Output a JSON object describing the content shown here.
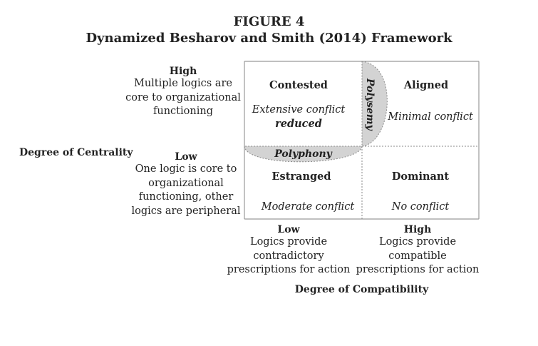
{
  "figure": {
    "number": "FIGURE 4",
    "title": "Dynamized Besharov and Smith (2014) Framework"
  },
  "y_axis": {
    "title": "Degree of Centrality",
    "high": {
      "label": "High",
      "lines": [
        "Multiple logics are",
        "core to organizational",
        "functioning"
      ]
    },
    "low": {
      "label": "Low",
      "lines": [
        "One logic is core to",
        "organizational",
        "functioning, other",
        "logics are peripheral"
      ]
    }
  },
  "x_axis": {
    "title": "Degree of Compatibility",
    "low": {
      "label": "Low",
      "lines": [
        "Logics provide",
        "contradictory",
        "prescriptions for action"
      ]
    },
    "high": {
      "label": "High",
      "lines": [
        "Logics provide",
        "compatible",
        "prescriptions for action"
      ]
    }
  },
  "quadrants": {
    "contested": {
      "title": "Contested",
      "line1": "Extensive conflict",
      "line2": "reduced"
    },
    "aligned": {
      "title": "Aligned",
      "line1": "Minimal conflict"
    },
    "estranged": {
      "title": "Estranged",
      "line1": "Moderate conflict"
    },
    "dominant": {
      "title": "Dominant",
      "line1": "No conflict"
    }
  },
  "overlays": {
    "polyphony": "Polyphony",
    "polysemy": "Polysemy"
  },
  "colors": {
    "grid_line": "#9a9a9a",
    "overlay_fill": "#d3d3d3",
    "overlay_stroke": "#8a8a8a"
  }
}
